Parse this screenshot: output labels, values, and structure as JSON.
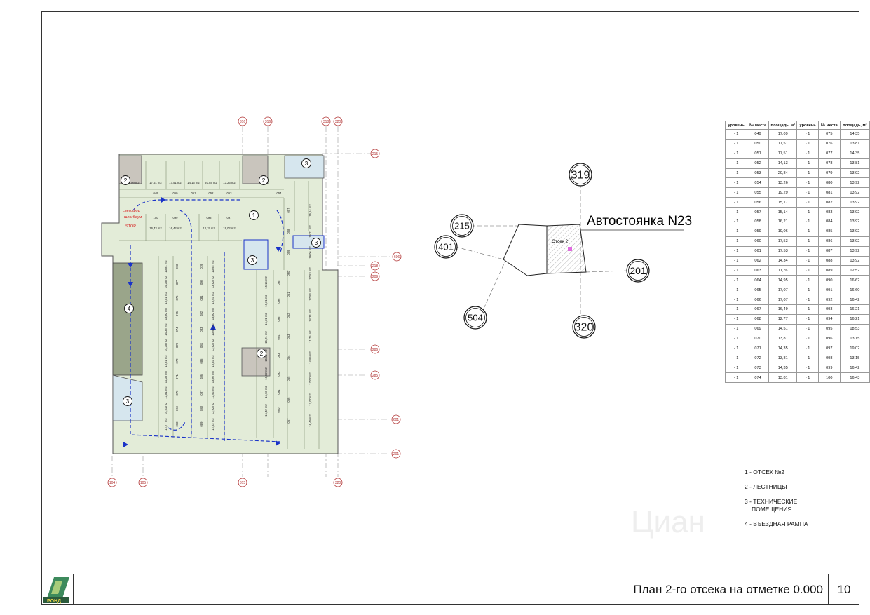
{
  "sheet": {
    "title": "План 2-го отсека на отметке 0.000",
    "page_number": "10",
    "logo_text": "РОНД"
  },
  "watermark": "Циан",
  "plan": {
    "axis_labels": [
      "104",
      "105",
      "315",
      "320",
      "316",
      "318",
      "215",
      "218",
      "209",
      "286",
      "285",
      "601",
      "606",
      "201"
    ],
    "top_axes": [
      "316",
      "316",
      "318",
      "320"
    ],
    "bottom_axes": [
      "104",
      "105",
      "315",
      "320"
    ],
    "right_axes": [
      "215",
      "218",
      "209",
      "286",
      "285",
      "601",
      "606",
      "201"
    ],
    "ramp_text": [
      "светофор",
      "шлагбаум",
      "STOP"
    ],
    "top_row_areas": [
      "17,09 m2",
      "17,51 m2",
      "17,51 m2",
      "14,13 m2",
      "20,84 m2",
      "13,26 m2"
    ],
    "top_row_ids": [
      "049",
      "050",
      "051",
      "052",
      "053",
      "054"
    ],
    "second_row_areas": [
      "16,43 m2",
      "16,42 m2",
      "13,15 m2",
      "19,02 m2"
    ],
    "second_row_ids": [
      "100",
      "099",
      "098",
      "097"
    ],
    "col_a": [
      "078",
      "077",
      "076",
      "075",
      "074",
      "073",
      "072",
      "071",
      "070",
      "069",
      "068"
    ],
    "col_a_areas": [
      "13,81 m2",
      "14,35 m2",
      "13,81 m2",
      "13,92 m2",
      "14,35 m2",
      "14,35 m2",
      "13,81 m2",
      "14,35 m2",
      "13,81 m2",
      "14,51 m2",
      "12,77 m2"
    ],
    "col_b": [
      "079",
      "080",
      "081",
      "082",
      "083",
      "084",
      "085",
      "086",
      "087",
      "088",
      "089"
    ],
    "col_b_areas": [
      "13,92 m2",
      "13,92 m2",
      "13,92 m2",
      "13,92 m2",
      "13,92 m2",
      "13,92 m2",
      "13,92 m2",
      "13,92 m2",
      "13,92 m2",
      "13,92 m2",
      "12,52 m2"
    ],
    "col_c": [
      "098",
      "096",
      "095",
      "094",
      "093",
      "092",
      "091",
      "090"
    ],
    "col_c_areas": [
      "15,15 m2",
      "16,21 m2",
      "16,21 m2",
      "16,21 m2",
      "16,21 m2",
      "16,62 m2",
      "16,60 m2",
      "16,42 m2"
    ],
    "col_d": [
      "057",
      "058",
      "059",
      "060",
      "061",
      "062",
      "063",
      "064",
      "065",
      "066",
      "067"
    ],
    "col_d_areas": [
      "15,14 m2",
      "16,21 m2",
      "19,06 m2",
      "17,53 m2",
      "17,53 m2",
      "14,34 m2",
      "11,76 m2",
      "14,95 m2",
      "17,07 m2",
      "17,07 m2",
      "16,49 m2"
    ],
    "zone_labels": [
      "1",
      "2",
      "2",
      "2",
      "3",
      "3",
      "3",
      "3",
      "4"
    ]
  },
  "keymap": {
    "title": "Автостоянка N23",
    "compartment": "Отсек 2",
    "axes": [
      "319",
      "215",
      "401",
      "504",
      "320",
      "201"
    ]
  },
  "table": {
    "headers": [
      "уровень",
      "№ места",
      "площадь, м²",
      "уровень",
      "№ места",
      "площадь, м²"
    ],
    "rows": [
      [
        "- 1",
        "049",
        "17,09",
        "- 1",
        "075",
        "14,35"
      ],
      [
        "- 1",
        "050",
        "17,51",
        "- 1",
        "076",
        "13,81"
      ],
      [
        "- 1",
        "051",
        "17,51",
        "- 1",
        "077",
        "14,35"
      ],
      [
        "- 1",
        "052",
        "14,13",
        "- 1",
        "078",
        "13,81"
      ],
      [
        "- 1",
        "053",
        "20,84",
        "- 1",
        "079",
        "13,92"
      ],
      [
        "- 1",
        "054",
        "13,26",
        "- 1",
        "080",
        "13,92"
      ],
      [
        "- 1",
        "055",
        "19,29",
        "- 1",
        "081",
        "13,92"
      ],
      [
        "- 1",
        "056",
        "15,17",
        "- 1",
        "082",
        "13,92"
      ],
      [
        "- 1",
        "057",
        "15,14",
        "- 1",
        "083",
        "13,92"
      ],
      [
        "- 1",
        "058",
        "16,21",
        "- 1",
        "084",
        "13,92"
      ],
      [
        "- 1",
        "059",
        "19,06",
        "- 1",
        "085",
        "13,92"
      ],
      [
        "- 1",
        "060",
        "17,53",
        "- 1",
        "086",
        "13,92"
      ],
      [
        "- 1",
        "061",
        "17,53",
        "- 1",
        "087",
        "13,92"
      ],
      [
        "- 1",
        "062",
        "14,34",
        "- 1",
        "088",
        "13,92"
      ],
      [
        "- 1",
        "063",
        "11,76",
        "- 1",
        "089",
        "12,52"
      ],
      [
        "- 1",
        "064",
        "14,95",
        "- 1",
        "090",
        "16,62"
      ],
      [
        "- 1",
        "065",
        "17,07",
        "- 1",
        "091",
        "16,60"
      ],
      [
        "- 1",
        "066",
        "17,07",
        "- 1",
        "092",
        "16,42"
      ],
      [
        "- 1",
        "067",
        "16,49",
        "- 1",
        "093",
        "16,21"
      ],
      [
        "- 1",
        "068",
        "12,77",
        "- 1",
        "094",
        "16,21"
      ],
      [
        "- 1",
        "069",
        "14,51",
        "- 1",
        "095",
        "18,53"
      ],
      [
        "- 1",
        "070",
        "13,81",
        "- 1",
        "096",
        "13,15"
      ],
      [
        "- 1",
        "071",
        "14,35",
        "- 1",
        "097",
        "19,02"
      ],
      [
        "- 1",
        "072",
        "13,81",
        "- 1",
        "098",
        "13,15"
      ],
      [
        "- 1",
        "073",
        "14,35",
        "- 1",
        "099",
        "16,42"
      ],
      [
        "- 1",
        "074",
        "13,81",
        "- 1",
        "100",
        "16,43"
      ]
    ]
  },
  "legend": [
    "1 - ОТСЕК №2",
    "2 - ЛЕСТНИЦЫ",
    "3 - ТЕХНИЧЕСКИЕ",
    "ПОМЕЩЕНИЯ",
    "4 - ВЪЕЗДНАЯ РАМПА"
  ],
  "colors": {
    "floor": "#e3ecd8",
    "tech_room": "#d6e6ee",
    "ramp": "#9aa58a",
    "axis_circle": "#b03030",
    "arrow": "#1a33c8",
    "warning": "#d62020"
  }
}
